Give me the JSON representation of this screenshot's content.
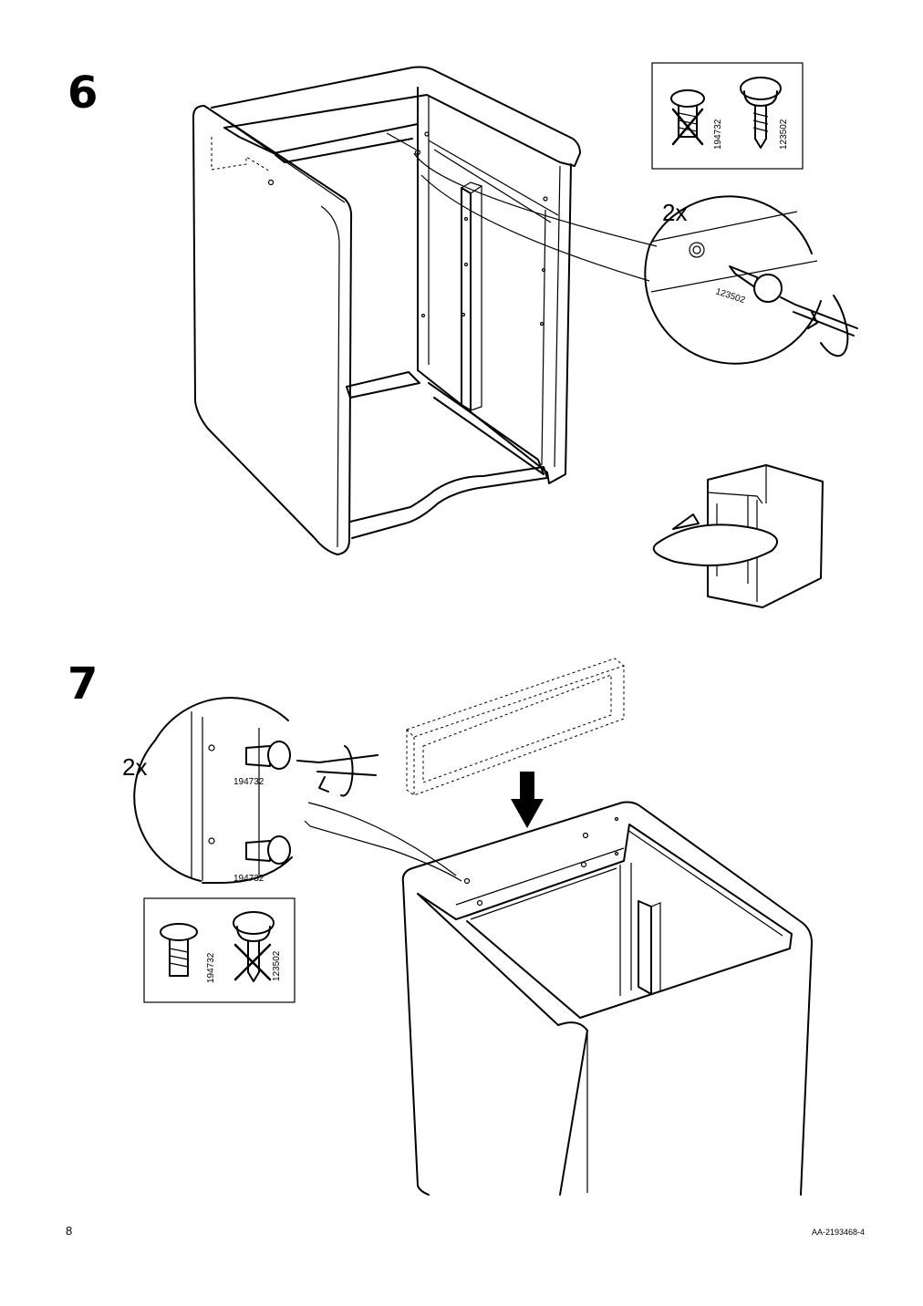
{
  "page": {
    "page_number": "8",
    "document_code": "AA-2193468-4"
  },
  "step6": {
    "number": "6",
    "quantity": "2x",
    "parts_box": [
      {
        "part_number": "194732",
        "crossed_out": true
      },
      {
        "part_number": "123502",
        "crossed_out": false
      }
    ],
    "callout_part_number": "123502"
  },
  "step7": {
    "number": "7",
    "quantity": "2x",
    "callout_part_numbers": [
      "194732",
      "194732"
    ],
    "parts_box": [
      {
        "part_number": "194732",
        "crossed_out": false
      },
      {
        "part_number": "123502",
        "crossed_out": true
      }
    ]
  }
}
